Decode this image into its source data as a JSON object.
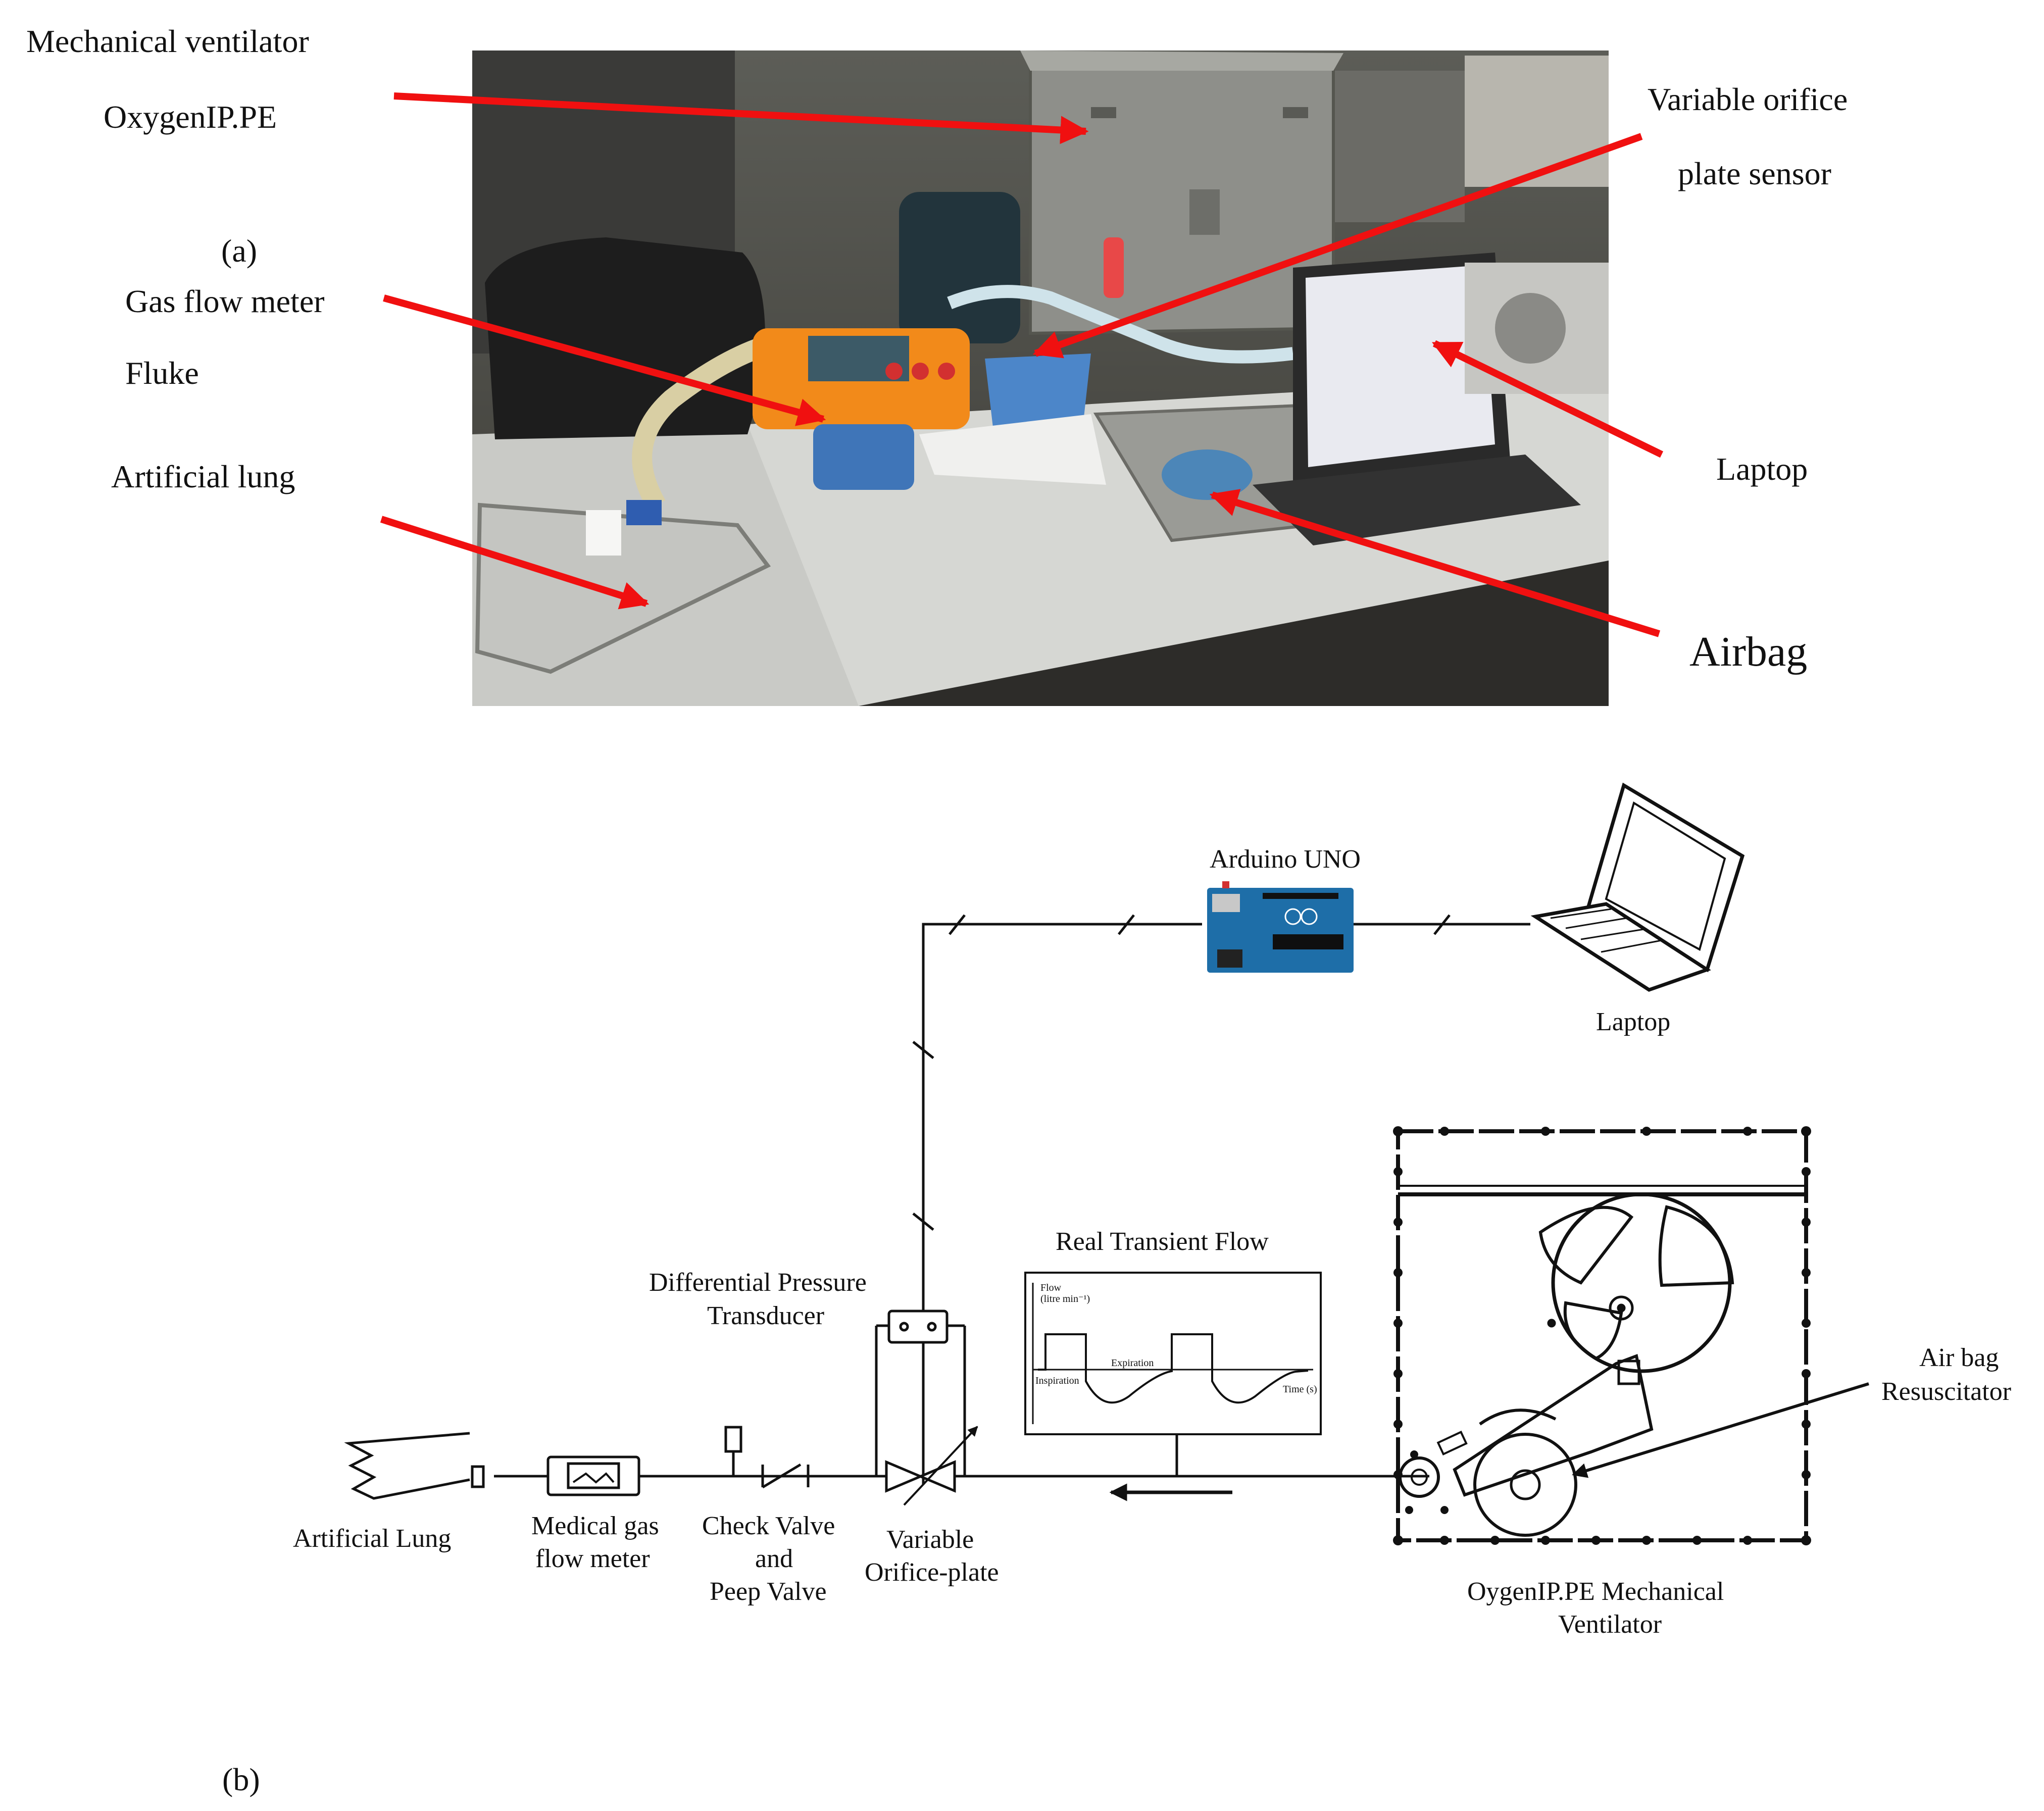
{
  "panel_a": {
    "label": "(a)",
    "callouts": {
      "ventilator_line1": "Mechanical ventilator",
      "ventilator_line2": "OxygenIP.PE",
      "orifice_line1": "Variable orifice",
      "orifice_line2": "plate sensor",
      "flowmeter_line1": "Gas flow meter",
      "flowmeter_line2": "Fluke",
      "lung": "Artificial lung",
      "laptop": "Laptop",
      "airbag": "Airbag"
    }
  },
  "panel_b": {
    "label": "(b)",
    "arduino": "Arduino UNO",
    "laptop": "Laptop",
    "transducer_line1": "Differential Pressure",
    "transducer_line2": "Transducer",
    "flow_graph": {
      "title": "Real Transient Flow",
      "y_axis_line1": "Flow",
      "y_axis_line2": "(litre min⁻¹)",
      "x_axis": "Time (s)",
      "inspiration": "Inspiration",
      "expiration": "Expiration"
    },
    "lung": "Artificial Lung",
    "flowmeter_line1": "Medical gas",
    "flowmeter_line2": "flow meter",
    "check_line1": "Check Valve",
    "check_line2": "and",
    "check_line3": "Peep Valve",
    "orifice_line1": "Variable",
    "orifice_line2": "Orifice-plate",
    "airbag_line1": "Air bag",
    "airbag_line2": "Resuscitator",
    "ventilator_line1": "OygenIP.PE Mechanical",
    "ventilator_line2": "Ventilator"
  },
  "colors": {
    "callout_arrow": "#f01010",
    "arduino_blue": "#1e6ea8",
    "meter_orange": "#f28a1a",
    "line": "#111111"
  }
}
